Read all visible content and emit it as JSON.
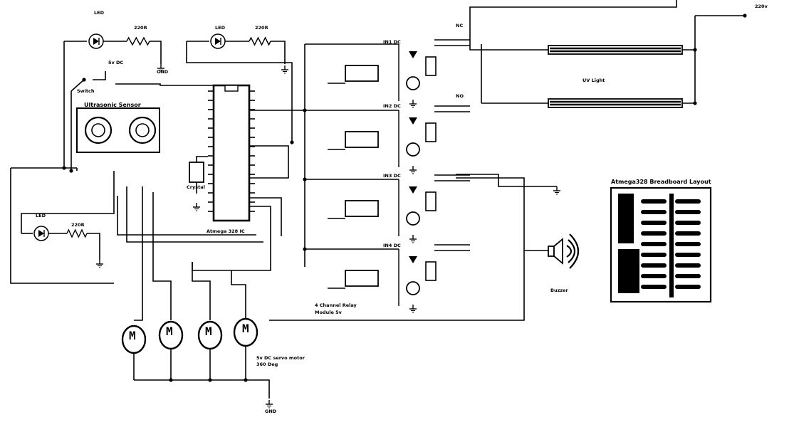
{
  "colors": {
    "ink": "#000000",
    "paper": "#ffffff",
    "pcb_copper": "#000000"
  },
  "labels": {
    "led_top_left": "LED",
    "resistor_top_left": "220R",
    "led_top_mid": "LED",
    "resistor_top_mid": "220R",
    "switch_label": "Switch",
    "switch_supply": "5v DC",
    "ultrasonic_sensor": "Ultrasonic Sensor",
    "crystal_label": "Crystal",
    "ic_label": "Atmega 328 IC",
    "led_left": "LED",
    "resistor_left": "220R",
    "ac_supply": "220v",
    "uv_light": "UV Light",
    "relay_module": "4 Channel Relay\nModule 5v",
    "buzzer": "Buzzer",
    "motor_letter": "M",
    "motor_caption": "5v DC servo motor\n360 Deg",
    "pcb_title": "Atmega328 Breadboard Layout",
    "relay_channel_1": "IN1 DC",
    "relay_channel_2": "IN2 DC",
    "relay_channel_3": "IN3 DC",
    "relay_channel_4": "IN4 DC",
    "gnd": "GND",
    "nc": "NC",
    "no": "NO"
  }
}
